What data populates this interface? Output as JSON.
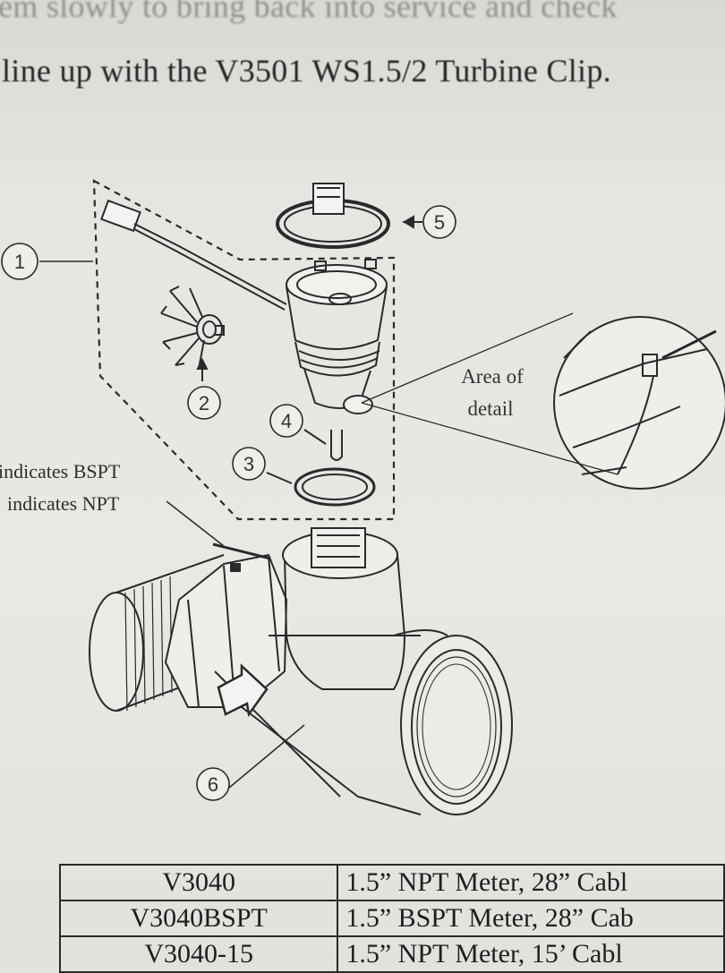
{
  "document": {
    "text_lines": [
      "em slowly to bring back into service and check",
      "line up with the V3501 WS1.5/2 Turbine Clip."
    ]
  },
  "figure": {
    "callouts": [
      "1",
      "2",
      "3",
      "4",
      "5",
      "6"
    ],
    "detail_label_line1": "Area of",
    "detail_label_line2": "detail",
    "indicates_bspt": "indicates BSPT",
    "indicates_npt": "indicates NPT",
    "arrow_icon": "flow-direction-arrow-icon"
  },
  "parts_table": {
    "rows": [
      {
        "part": "V3040",
        "description": "1.5” NPT Meter, 28” Cabl"
      },
      {
        "part": "V3040BSPT",
        "description": "1.5” BSPT Meter, 28” Cab"
      },
      {
        "part": "V3040-15",
        "description": "1.5” NPT Meter, 15’ Cabl"
      }
    ]
  },
  "colors": {
    "paper": "#e9e8e4",
    "ink": "#2b2b2b"
  }
}
